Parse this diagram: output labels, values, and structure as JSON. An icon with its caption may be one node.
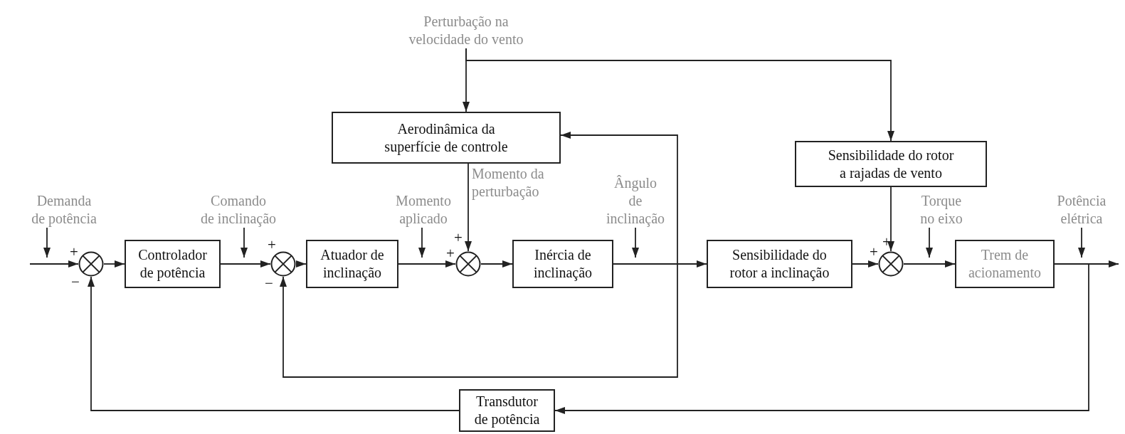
{
  "diagram": {
    "nodes": [
      {
        "text": [
          "Perturbação na velocidade do vento"
        ]
      },
      {
        "text": [
          "Aerodinâmica da superfície de controle"
        ]
      },
      {
        "text": [
          "Sensibilidade do rotor a rajadas de vento"
        ]
      },
      {
        "text": [
          "Demanda de potência"
        ]
      },
      {
        "text": [
          "Comando de inclinação"
        ]
      },
      {
        "text": [
          "Momento aplicado"
        ]
      },
      {
        "text": [
          "Ângulo de inclinação"
        ]
      },
      {
        "text": [
          "Torque no eixo"
        ]
      },
      {
        "text": [
          "Potência elétrica"
        ]
      },
      {
        "text": [],
        "shape": "circle"
      },
      {
        "text": [
          "Controlador de potência"
        ]
      },
      {
        "text": [],
        "shape": "circle"
      },
      {
        "text": [
          "Atuador de inclinação"
        ]
      },
      {
        "text": [],
        "shape": "circle"
      },
      {
        "text": [
          "Inércia de inclinação"
        ]
      },
      {
        "text": [
          "Sensibilidade do rotor a inclinação"
        ]
      },
      {
        "text": [],
        "shape": "circle"
      },
      {
        "text": [
          "Trem de acionamento"
        ]
      },
      {
        "text": [
          "Transdutor de potência"
        ]
      }
    ],
    "edges": [
      {
        "from": 0,
        "to": 1,
        "arrow": "to"
      },
      {
        "from": 0,
        "to": 2,
        "arrow": "to"
      },
      {
        "from": null,
        "to": 9,
        "arrow": "to"
      },
      {
        "from": 9,
        "to": 10,
        "arrow": "to"
      },
      {
        "from": 10,
        "to": 11,
        "arrow": "to"
      },
      {
        "from": 11,
        "to": 12,
        "arrow": "to"
      },
      {
        "from": 12,
        "to": 13,
        "arrow": "to"
      },
      {
        "from": 13,
        "to": 14,
        "arrow": "to"
      },
      {
        "from": 14,
        "to": 15,
        "arrow": "to"
      },
      {
        "from": 15,
        "to": 16,
        "arrow": "to"
      },
      {
        "from": 16,
        "to": 17,
        "arrow": "to"
      },
      {
        "from": 17,
        "to": null,
        "arrow": "to"
      },
      {
        "from": 14,
        "to": 11,
        "arrow": "to"
      },
      {
        "from": 14,
        "to": 1,
        "arrow": "to"
      },
      {
        "from": 1,
        "to": 13,
        "arrow": "to"
      },
      {
        "from": 2,
        "to": 16,
        "arrow": "to"
      },
      {
        "from": 17,
        "to": 18,
        "arrow": "to"
      },
      {
        "from": 18,
        "to": 9,
        "arrow": "to"
      },
      {
        "from": 3,
        "to": null,
        "arrow": "to"
      },
      {
        "from": 4,
        "to": null,
        "arrow": "to"
      },
      {
        "from": 5,
        "to": null,
        "arrow": "to"
      },
      {
        "from": 6,
        "to": null,
        "arrow": "to"
      },
      {
        "from": 7,
        "to": null,
        "arrow": "to"
      },
      {
        "from": 8,
        "to": null,
        "arrow": "to"
      }
    ],
    "labels": [
      "Momento da perturbação",
      "+",
      "+",
      "+",
      "+",
      "+",
      "+",
      "−",
      "−"
    ]
  }
}
